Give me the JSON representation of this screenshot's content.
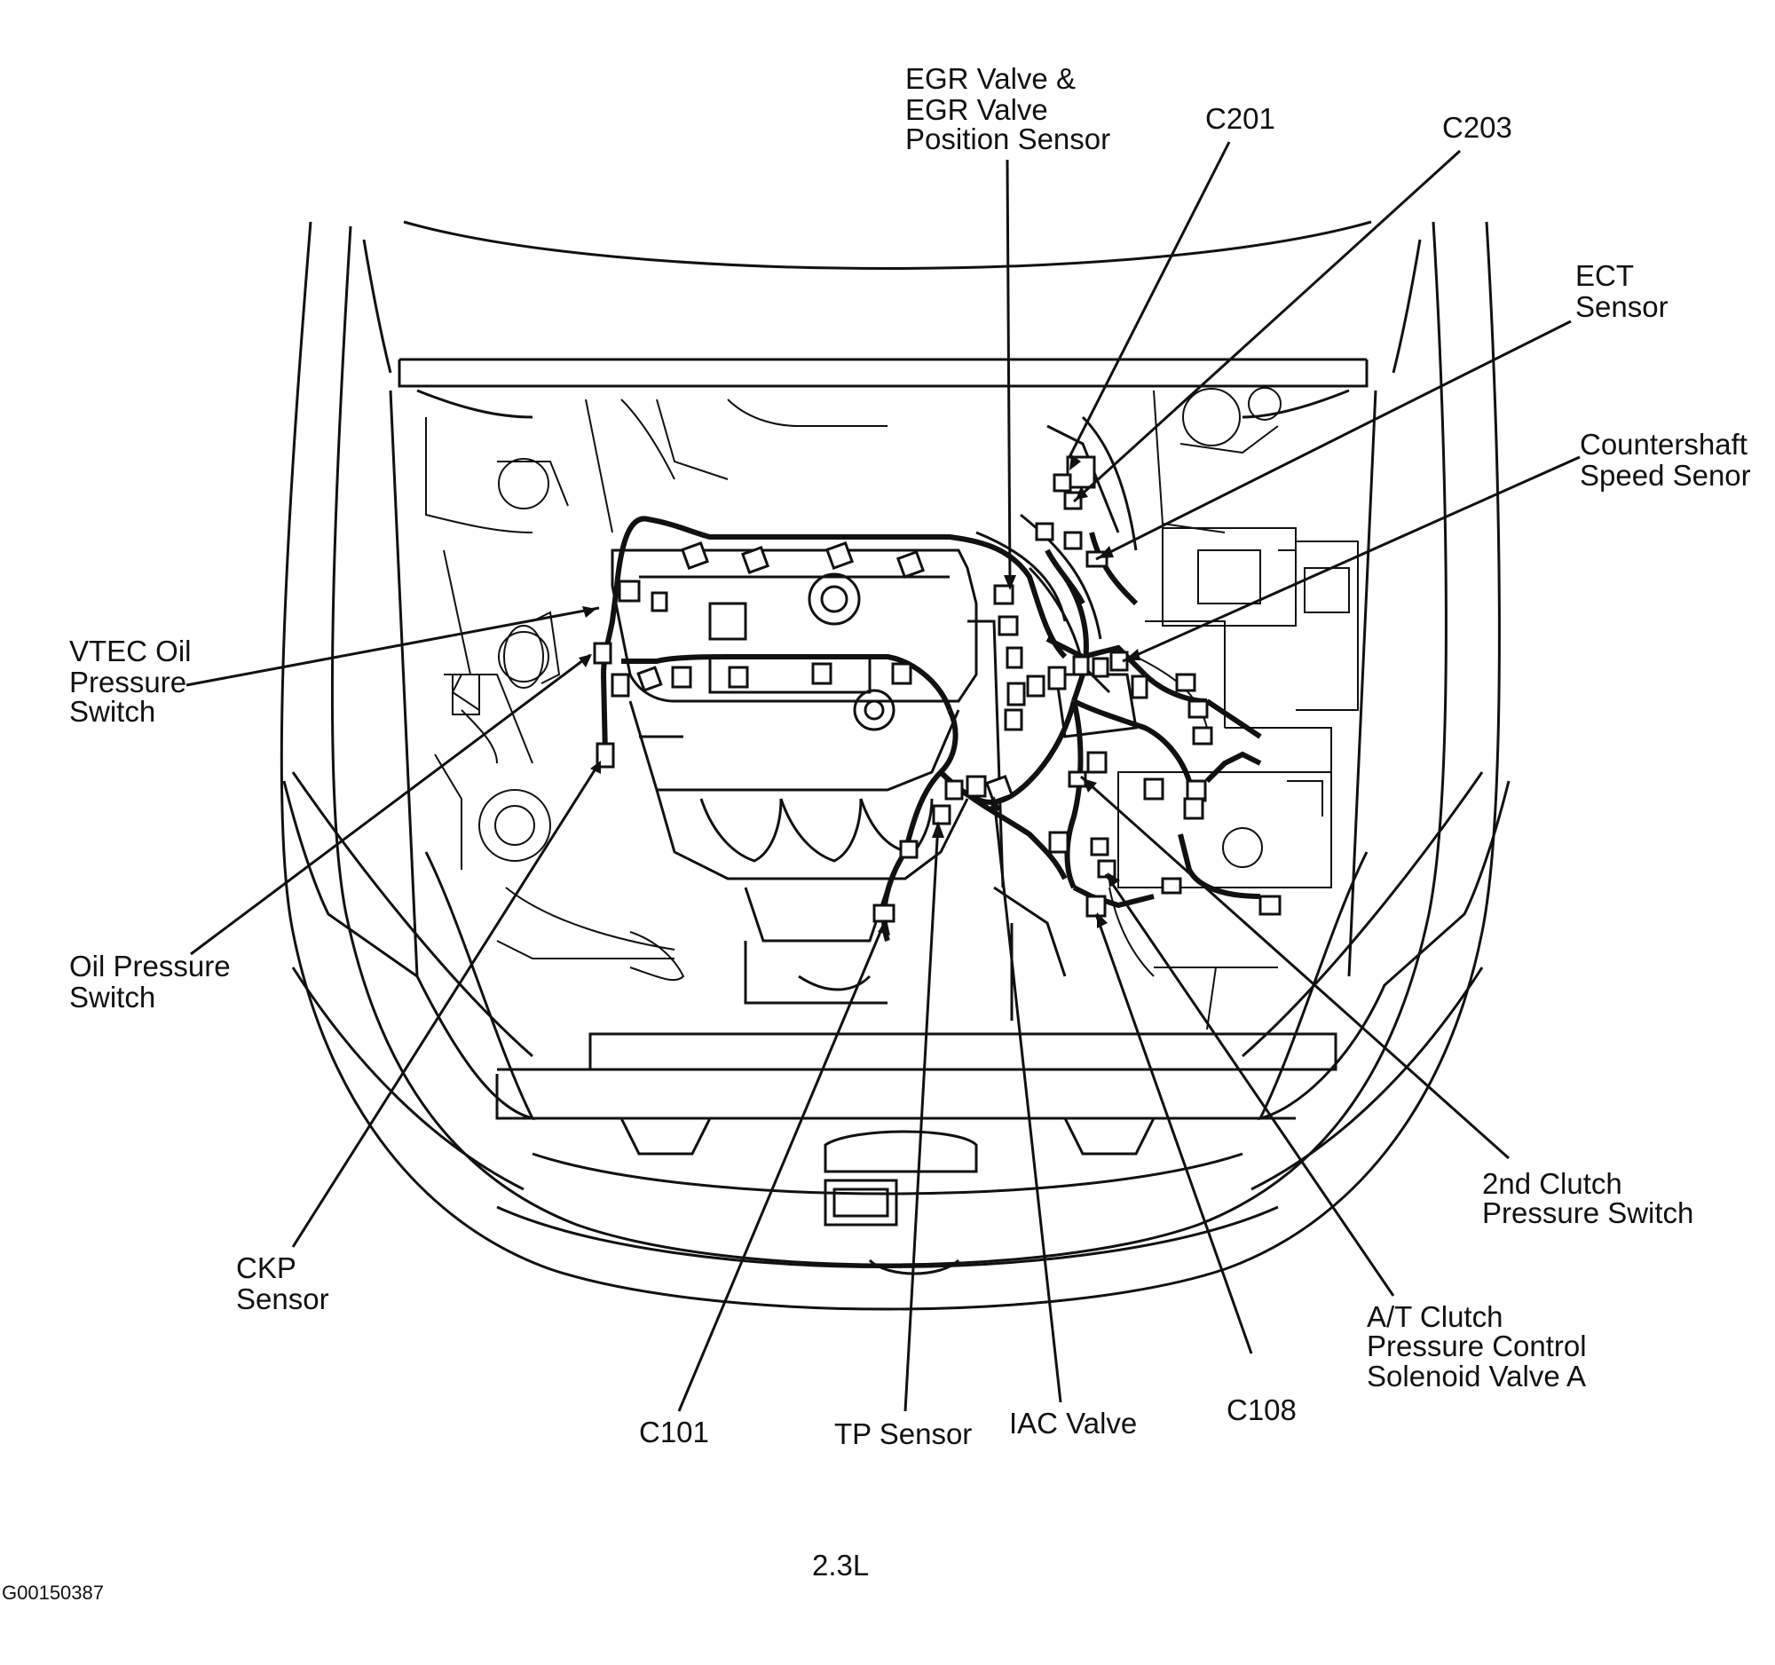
{
  "labels": {
    "egr": [
      "EGR Valve &",
      "EGR Valve",
      "Position Sensor"
    ],
    "c201": "C201",
    "c203": "C203",
    "ect": [
      "ECT",
      "Sensor"
    ],
    "countershaft": [
      "Countershaft",
      "Speed Senor"
    ],
    "vtec": [
      "VTEC Oil",
      "Pressure",
      "Switch"
    ],
    "oil_pressure": [
      "Oil Pressure",
      "Switch"
    ],
    "ckp": [
      "CKP",
      "Sensor"
    ],
    "second_clutch": [
      "2nd Clutch",
      "Pressure Switch"
    ],
    "at_clutch": [
      "A/T Clutch",
      "Pressure Control",
      "Solenoid Valve A"
    ],
    "c101": "C101",
    "tp_sensor": "TP Sensor",
    "iac_valve": "IAC Valve",
    "c108": "C108"
  },
  "caption": "2.3L",
  "figure_id": "G00150387"
}
